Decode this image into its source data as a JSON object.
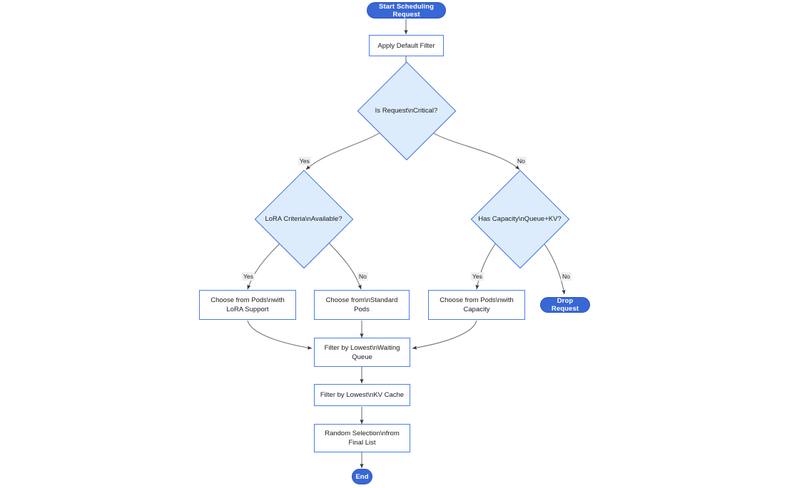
{
  "diagram": {
    "type": "flowchart",
    "title": "Scheduling Request Flowchart",
    "colors": {
      "terminal_fill": "#3867d6",
      "terminal_text": "#ffffff",
      "process_border": "#4a7bed",
      "process_fill": "#ffffff",
      "decision_fill": "#dcecfc",
      "decision_border": "#3f72e0",
      "edge_stroke": "#666666",
      "edge_label_bg": "#efefef",
      "text": "#1b1b1b"
    },
    "nodes": {
      "start": {
        "label": "Start Scheduling Request",
        "shape": "stadium"
      },
      "apply_default_filter": {
        "label": "Apply Default Filter",
        "shape": "rect"
      },
      "is_request_critical": {
        "label": "Is Request\\nCritical?",
        "shape": "diamond"
      },
      "lora_criteria_available": {
        "label": "LoRA Criteria\\nAvailable?",
        "shape": "diamond"
      },
      "has_capacity": {
        "label": "Has Capacity\\nQueue+KV?",
        "shape": "diamond"
      },
      "choose_lora_pods": {
        "label": "Choose from Pods\\nwith LoRA Support",
        "shape": "rect"
      },
      "choose_standard_pods": {
        "label": "Choose from\\nStandard Pods",
        "shape": "rect"
      },
      "choose_capacity_pods": {
        "label": "Choose from Pods\\nwith Capacity",
        "shape": "rect"
      },
      "drop_request": {
        "label": "Drop Request",
        "shape": "stadium"
      },
      "filter_waiting_queue": {
        "label": "Filter by Lowest\\nWaiting Queue",
        "shape": "rect"
      },
      "filter_kv_cache": {
        "label": "Filter by Lowest\\nKV Cache",
        "shape": "rect"
      },
      "random_selection": {
        "label": "Random Selection\\nfrom Final List",
        "shape": "rect"
      },
      "end": {
        "label": "End",
        "shape": "stadium"
      }
    },
    "edge_labels": {
      "critical_yes": "Yes",
      "critical_no": "No",
      "lora_yes": "Yes",
      "lora_no": "No",
      "capacity_yes": "Yes",
      "capacity_no": "No"
    },
    "edges": [
      {
        "from": "start",
        "to": "apply_default_filter",
        "label": ""
      },
      {
        "from": "apply_default_filter",
        "to": "is_request_critical",
        "label": ""
      },
      {
        "from": "is_request_critical",
        "to": "lora_criteria_available",
        "label": "Yes"
      },
      {
        "from": "is_request_critical",
        "to": "has_capacity",
        "label": "No"
      },
      {
        "from": "lora_criteria_available",
        "to": "choose_lora_pods",
        "label": "Yes"
      },
      {
        "from": "lora_criteria_available",
        "to": "choose_standard_pods",
        "label": "No"
      },
      {
        "from": "has_capacity",
        "to": "choose_capacity_pods",
        "label": "Yes"
      },
      {
        "from": "has_capacity",
        "to": "drop_request",
        "label": "No"
      },
      {
        "from": "choose_lora_pods",
        "to": "filter_waiting_queue",
        "label": ""
      },
      {
        "from": "choose_standard_pods",
        "to": "filter_waiting_queue",
        "label": ""
      },
      {
        "from": "choose_capacity_pods",
        "to": "filter_waiting_queue",
        "label": ""
      },
      {
        "from": "filter_waiting_queue",
        "to": "filter_kv_cache",
        "label": ""
      },
      {
        "from": "filter_kv_cache",
        "to": "random_selection",
        "label": ""
      },
      {
        "from": "random_selection",
        "to": "end",
        "label": ""
      }
    ]
  }
}
